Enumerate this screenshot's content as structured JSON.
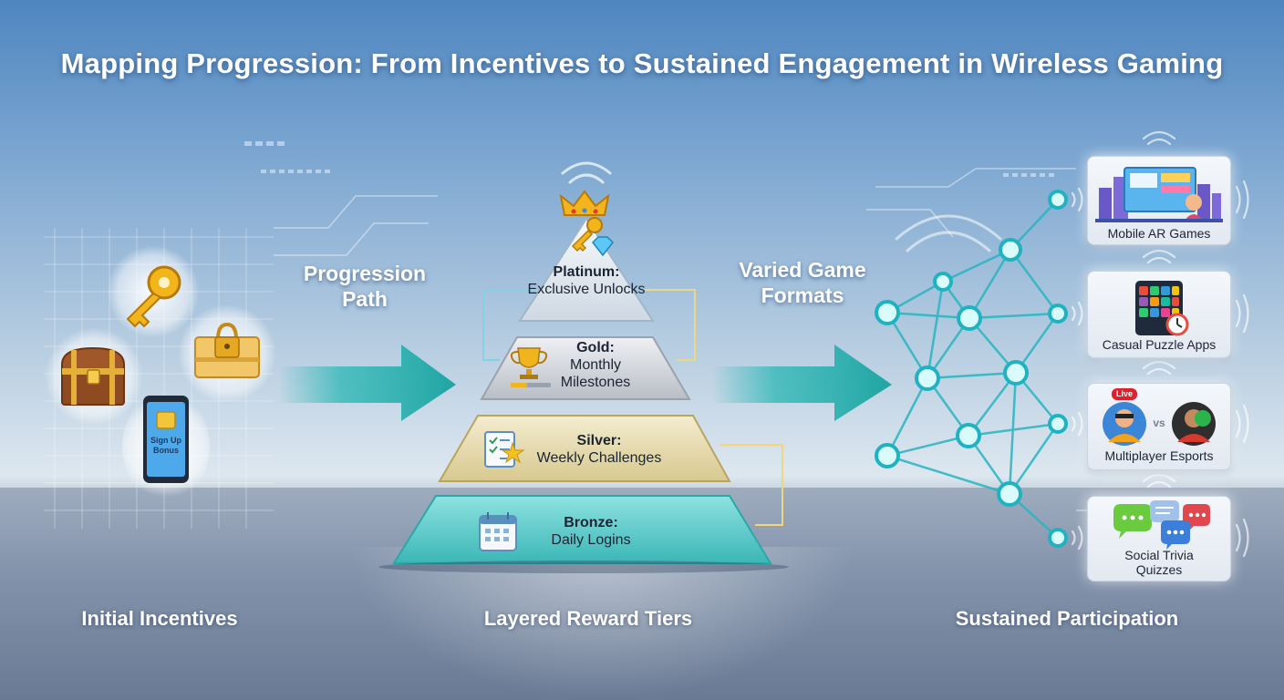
{
  "title": "Mapping Progression: From Incentives to Sustained Engagement in Wireless Gaming",
  "arrows": {
    "left_label": "Progression Path",
    "right_label": "Varied Game Formats"
  },
  "incentives": {
    "phone_text": "Sign Up Bonus"
  },
  "tiers": [
    {
      "name": "Platinum:",
      "desc": "Exclusive Unlocks"
    },
    {
      "name": "Gold:",
      "desc": "Monthly Milestones"
    },
    {
      "name": "Silver:",
      "desc": "Weekly Challenges"
    },
    {
      "name": "Bronze:",
      "desc": "Daily Logins"
    }
  ],
  "formats": [
    {
      "label": "Mobile AR Games"
    },
    {
      "label": "Casual Puzzle Apps"
    },
    {
      "label": "Multiplayer Esports",
      "badge": "Live",
      "vs": "vs"
    },
    {
      "label": "Social Trivia Quizzes"
    }
  ],
  "footer": {
    "left": "Initial Incentives",
    "center": "Layered Reward Tiers",
    "right": "Sustained Participation"
  },
  "colors": {
    "teal": "#2cc6c6",
    "platinum": "#dfe7ee",
    "gold": "#c9ccd2",
    "silver": "#e6dcb6",
    "bronze": "#5fd0cf"
  }
}
